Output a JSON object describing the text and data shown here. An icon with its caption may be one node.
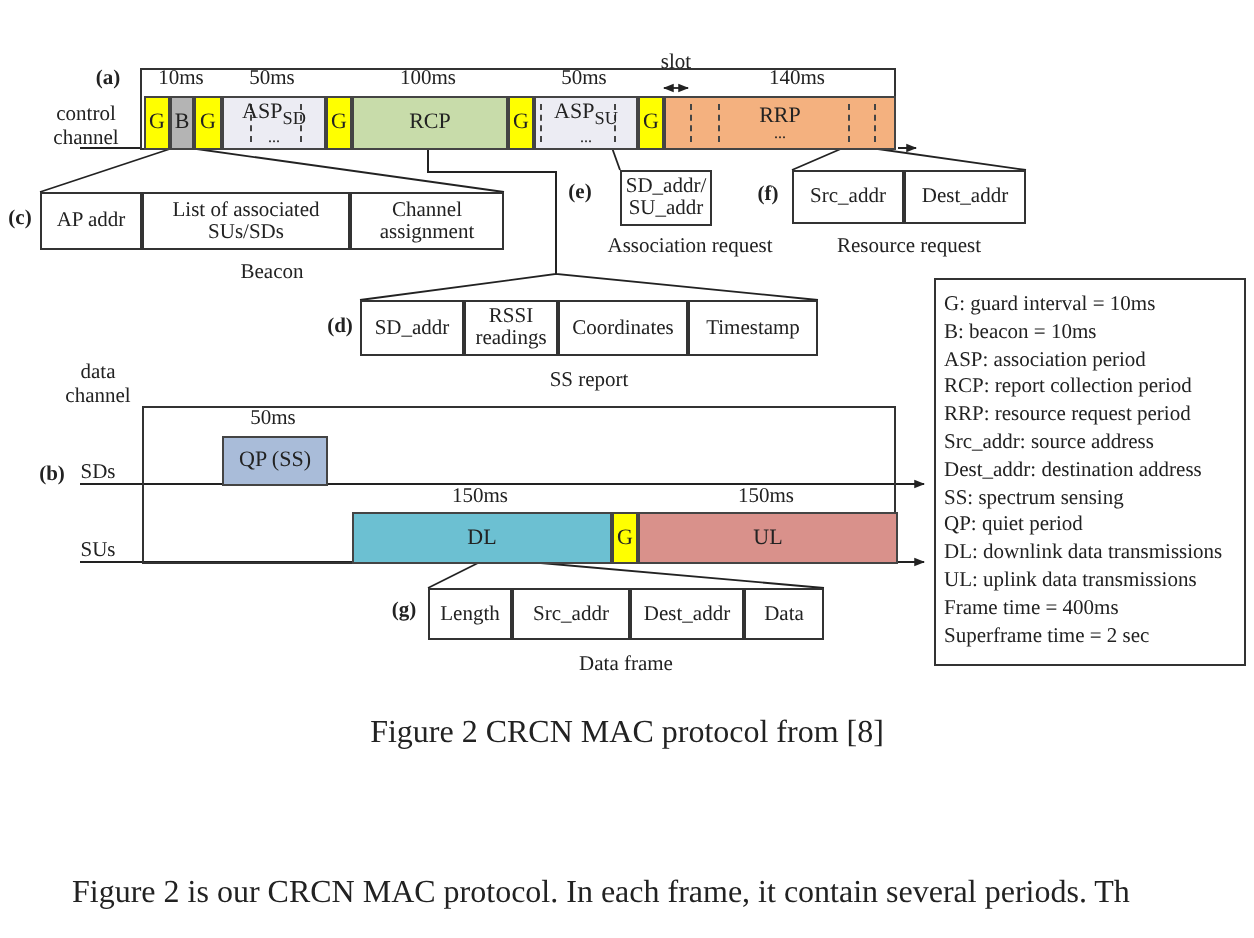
{
  "diagram": {
    "caption": "Figure 2 CRCN MAC protocol from [8]",
    "nodes": [
      {
        "text": [],
        "shape": "box",
        "beside": [
          "(a)",
          "control channel"
        ]
      },
      {
        "text": [
          "G"
        ],
        "in": 0
      },
      {
        "text": [
          "B"
        ],
        "in": 0
      },
      {
        "text": [
          "G"
        ],
        "in": 0
      },
      {
        "text": [
          "ASP$_{SD}$",
          "..."
        ],
        "in": 0
      },
      {
        "text": [
          "G"
        ],
        "in": 0
      },
      {
        "text": [
          "RCP"
        ],
        "in": 0
      },
      {
        "text": [
          "G"
        ],
        "in": 0
      },
      {
        "text": [
          "ASP$_{SU}$",
          "..."
        ],
        "in": 0
      },
      {
        "text": [
          "G"
        ],
        "in": 0
      },
      {
        "text": [
          "RRP",
          "..."
        ],
        "in": 0
      },
      {
        "text": [
          "Beacon"
        ],
        "beside": [
          "(c)"
        ]
      },
      {
        "text": [
          "AP addr"
        ],
        "in": 11
      },
      {
        "text": [
          "List of associated SUs/SDs"
        ],
        "in": 11
      },
      {
        "text": [
          "Channel assignment"
        ],
        "in": 11
      },
      {
        "text": [
          "Association request"
        ],
        "beside": [
          "(e)"
        ]
      },
      {
        "text": [
          "SD_addr/ SU_addr"
        ],
        "in": 15
      },
      {
        "text": [
          "Resource request"
        ],
        "beside": [
          "(f)"
        ]
      },
      {
        "text": [
          "Src_addr"
        ],
        "in": 17
      },
      {
        "text": [
          "Dest_addr"
        ],
        "in": 17
      },
      {
        "text": [
          "SS report"
        ],
        "beside": [
          "(d)"
        ]
      },
      {
        "text": [
          "SD_addr"
        ],
        "in": 20
      },
      {
        "text": [
          "RSSI readings"
        ],
        "in": 20
      },
      {
        "text": [
          "Coordinates"
        ],
        "in": 20
      },
      {
        "text": [
          "Timestamp"
        ],
        "in": 20
      },
      {
        "text": [],
        "shape": "box",
        "beside": [
          "(b)",
          "data channel"
        ]
      },
      {
        "text": [
          "QP (SS)"
        ],
        "in": 25
      },
      {
        "text": [
          "DL"
        ],
        "in": 25
      },
      {
        "text": [
          "G"
        ],
        "in": 25
      },
      {
        "text": [
          "UL"
        ],
        "in": 25
      },
      {
        "text": [
          "Data frame"
        ],
        "beside": [
          "(g)"
        ]
      },
      {
        "text": [
          "Length"
        ],
        "in": 30
      },
      {
        "text": [
          "Src_addr"
        ],
        "in": 30
      },
      {
        "text": [
          "Dest_addr"
        ],
        "in": 30
      },
      {
        "text": [
          "Data"
        ],
        "in": 30
      },
      {
        "text": [
          "G: guard interval = 10ms",
          "B: beacon = 10ms",
          "ASP: association period",
          "RCP: report collection period",
          "RRP: resource request period",
          "Src_addr: source address",
          "Dest_addr: destination address",
          "SS: spectrum sensing",
          "QP: quiet period",
          "DL: downlink data transmissions",
          "UL: uplink data transmissions",
          "Frame time = 400ms",
          "Superframe time = 2 sec"
        ]
      }
    ],
    "edges": [
      {
        "from": 2,
        "to": 12,
        "arrow": "none"
      },
      {
        "from": 2,
        "to": 14,
        "arrow": "none"
      },
      {
        "from": 8,
        "to": 16,
        "arrow": "none"
      },
      {
        "from": 10,
        "to": 18,
        "arrow": "none"
      },
      {
        "from": 10,
        "to": 19,
        "arrow": "none"
      },
      {
        "from": 6,
        "to": 21,
        "arrow": "none"
      },
      {
        "from": 6,
        "to": 24,
        "arrow": "none"
      },
      {
        "from": 27,
        "to": 31,
        "arrow": "none"
      },
      {
        "from": 27,
        "to": 34,
        "arrow": "none"
      }
    ],
    "labels": [
      "10ms",
      "50ms",
      "100ms",
      "50ms",
      "slot",
      "140ms",
      "SDs",
      "SUs",
      "50ms",
      "150ms",
      "150ms",
      "Figure 2 is our CRCN MAC protocol. In each frame, it contain several periods. Th"
    ]
  }
}
